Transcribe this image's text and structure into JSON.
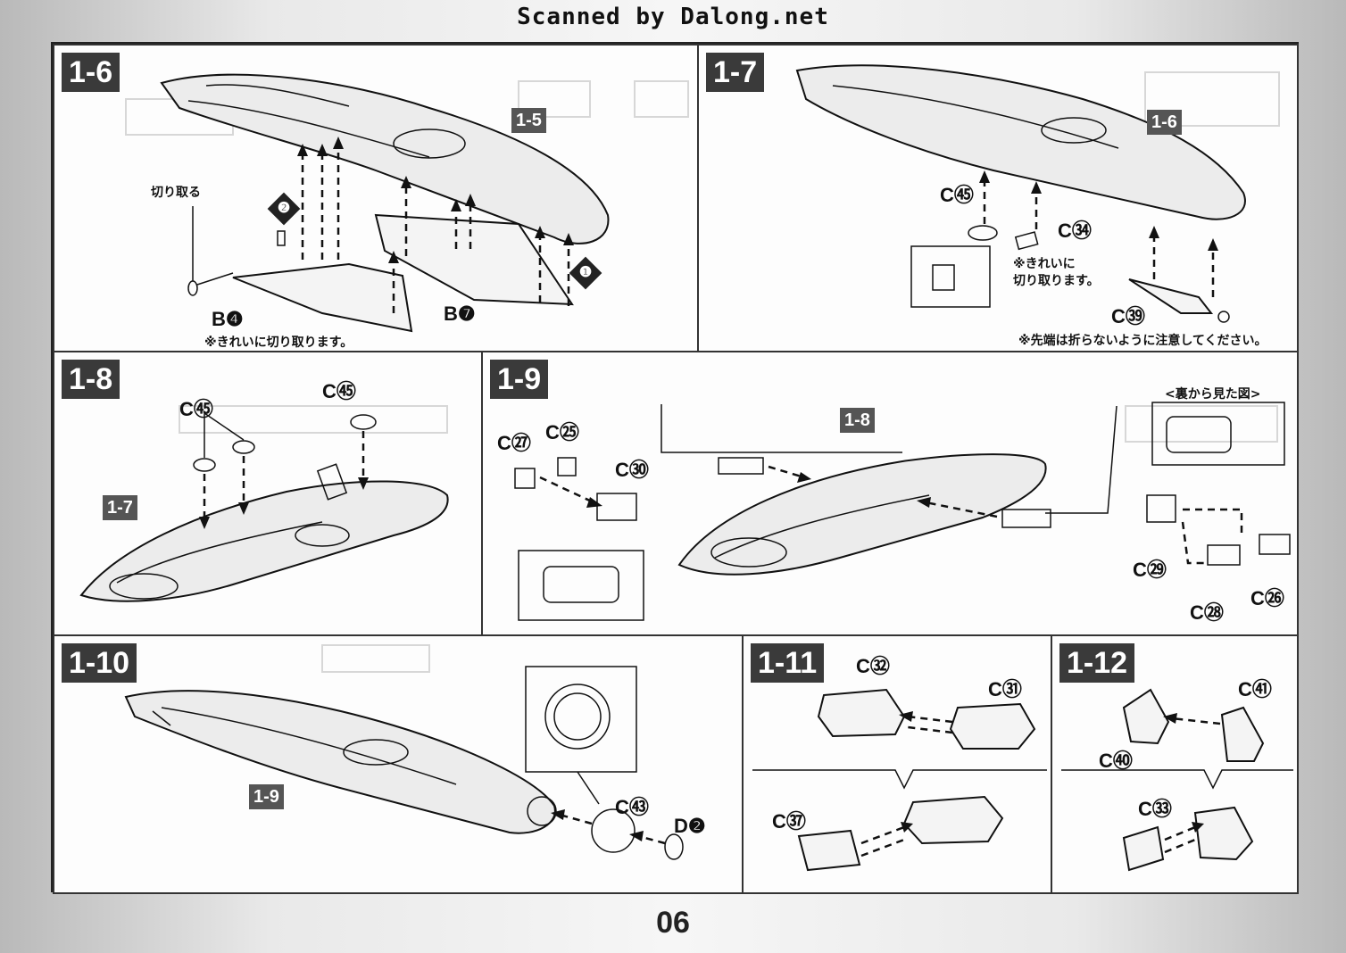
{
  "header": {
    "scan_credit": "Scanned by Dalong.net"
  },
  "page_number": "06",
  "panels": {
    "p1_6": {
      "step": "1-6",
      "ref": "1-5",
      "parts": [
        "B❹",
        "B❼"
      ],
      "callouts": [
        "❷",
        "❶"
      ],
      "cut_label": "切り取る",
      "note": "※きれいに切り取ります。"
    },
    "p1_7": {
      "step": "1-7",
      "ref": "1-6",
      "parts": [
        "C㊺",
        "C㉞",
        "C㊴"
      ],
      "note_cut": "※きれいに\n切り取ります。",
      "note_tip": "※先端は折らないように注意してください。"
    },
    "p1_8": {
      "step": "1-8",
      "ref": "1-7",
      "parts": [
        "C㊺",
        "C㊺"
      ]
    },
    "p1_9": {
      "step": "1-9",
      "ref": "1-8",
      "parts": [
        "C㉗",
        "C㉕",
        "C㉚",
        "C㉙",
        "C㉘",
        "C㉖"
      ],
      "back_view": "<裏から見た図>"
    },
    "p1_10": {
      "step": "1-10",
      "ref": "1-9",
      "parts": [
        "C㊸",
        "D❷"
      ]
    },
    "p1_11": {
      "step": "1-11",
      "parts": [
        "C㉜",
        "C㉛",
        "C㊲"
      ]
    },
    "p1_12": {
      "step": "1-12",
      "parts": [
        "C㊶",
        "C㊵",
        "C㉝"
      ]
    }
  },
  "colors": {
    "step_badge": "#3a3a3a",
    "ink": "#111111",
    "paper": "#fbfbfb"
  }
}
